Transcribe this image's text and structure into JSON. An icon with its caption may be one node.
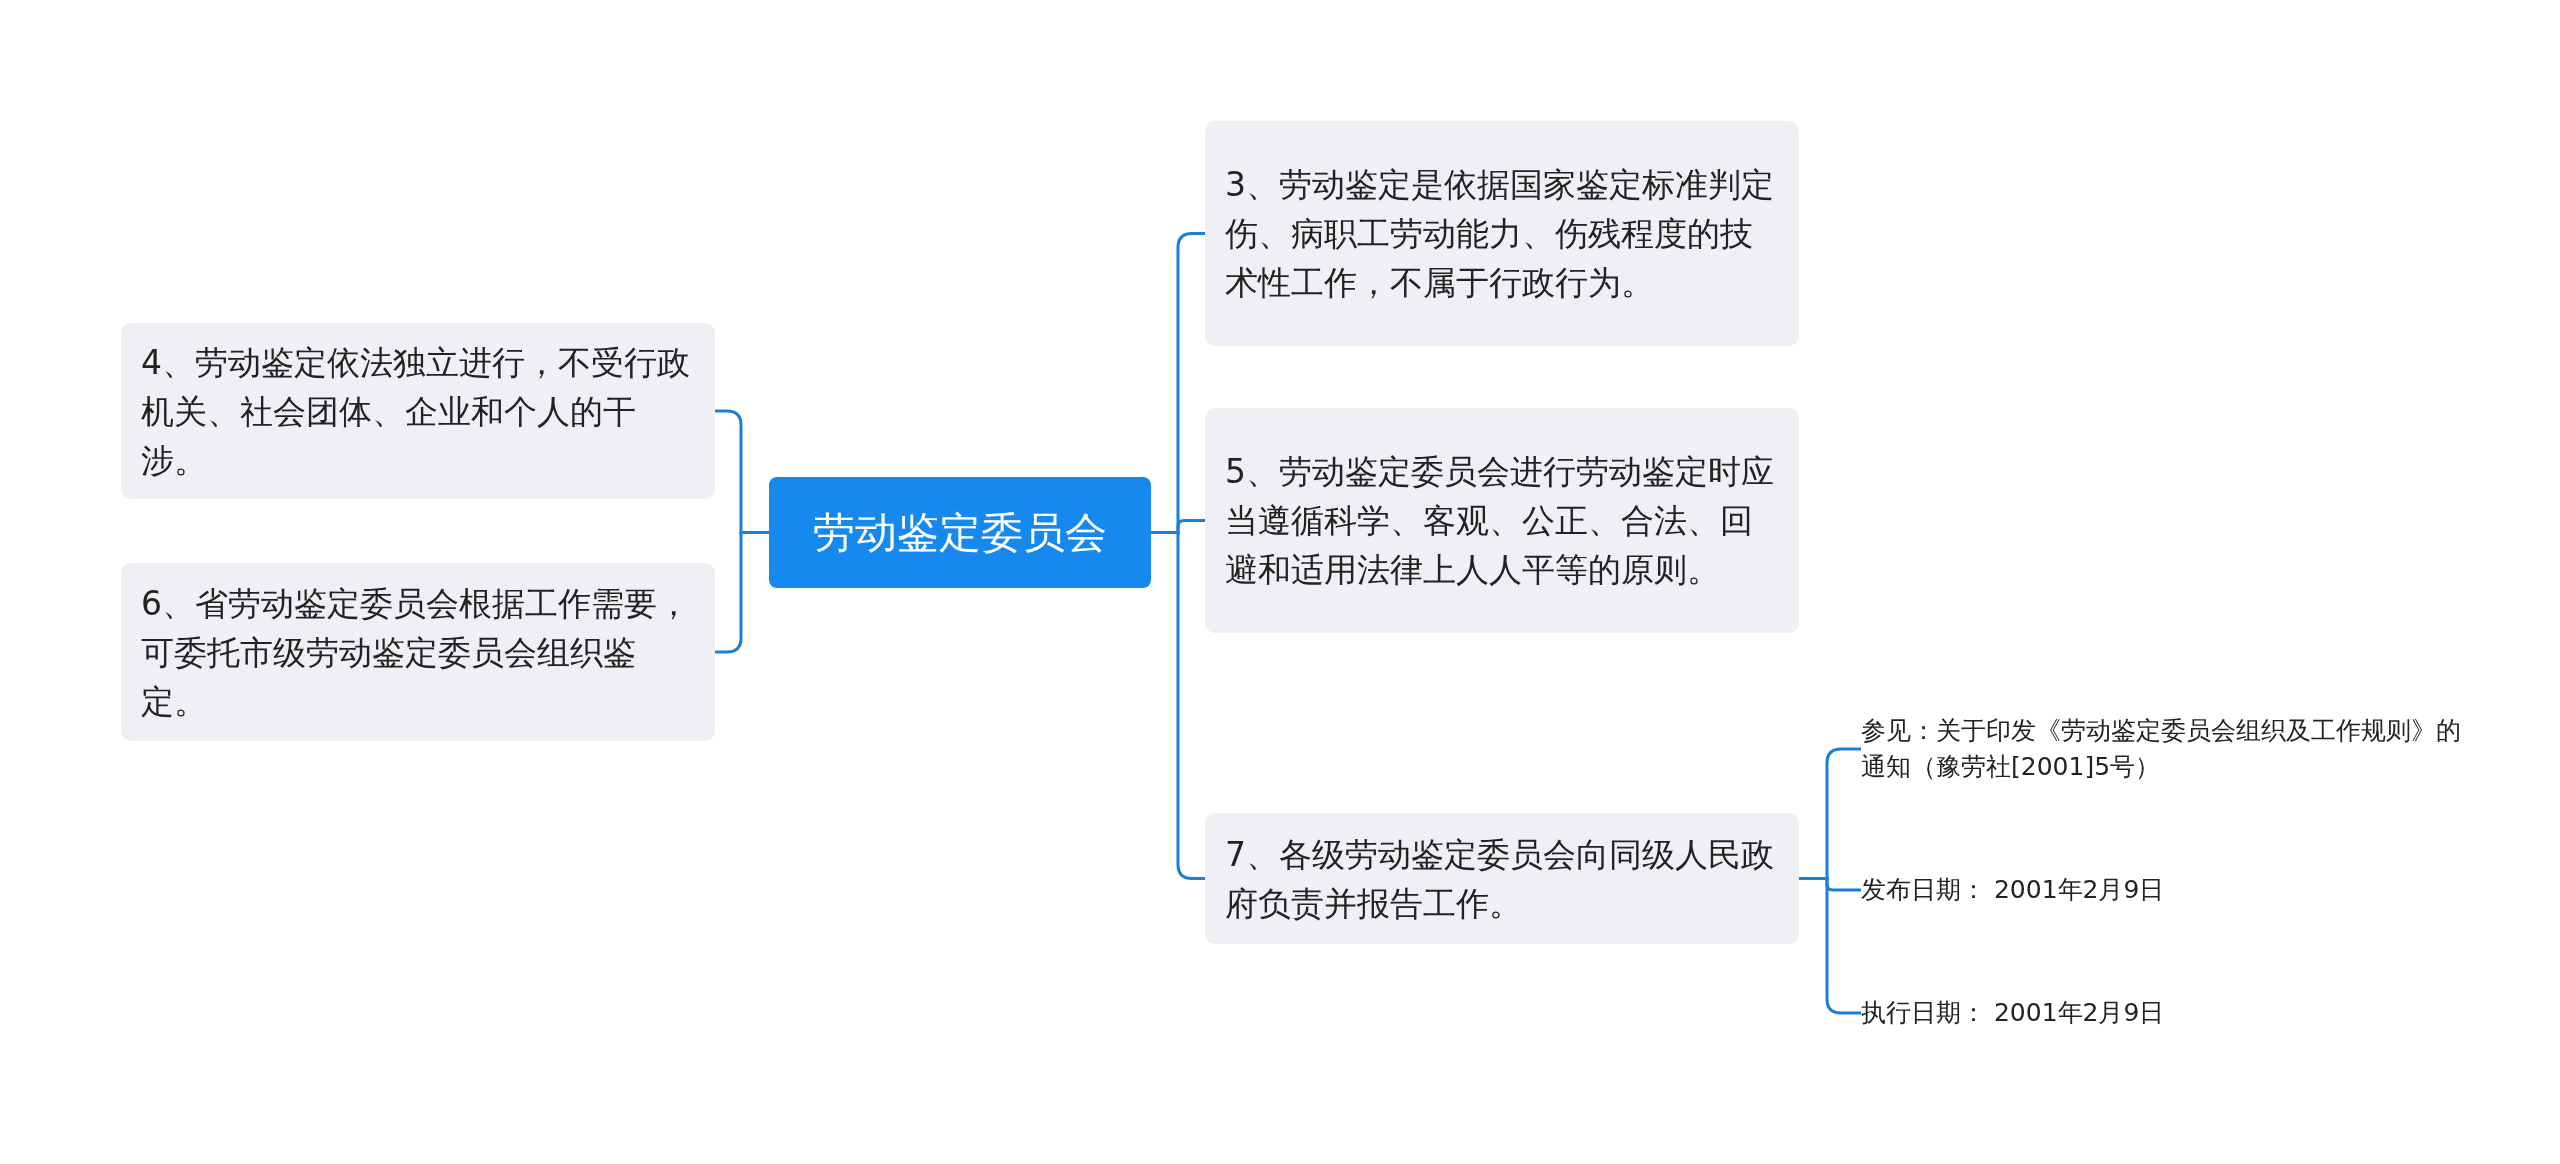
{
  "diagram": {
    "nodes": [
      {
        "text": [
          "劳动鉴定委员会"
        ]
      },
      {
        "text": [
          "3、劳动鉴定是依据国家鉴定标准判定伤、病职工劳动能力、伤残程度的技术性工作，不属于行政行为。"
        ]
      },
      {
        "text": [
          "5、劳动鉴定委员会进行劳动鉴定时应当遵循科学、客观、公正、合法、回避和适用法律上人人平等的原则。"
        ]
      },
      {
        "text": [
          "7、各级劳动鉴定委员会向同级人民政府负责并报告工作。"
        ]
      },
      {
        "text": [
          "参见：关于印发《劳动鉴定委员会组织及工作规则》的通知（豫劳社[2001]5号）"
        ]
      },
      {
        "text": [
          "发布日期：  2001年2月9日"
        ]
      },
      {
        "text": [
          "执行日期：  2001年2月9日"
        ]
      },
      {
        "text": [
          "4、劳动鉴定依法独立进行，不受行政机关、社会团体、企业和个人的干涉。"
        ]
      },
      {
        "text": [
          "6、省劳动鉴定委员会根据工作需要，可委托市级劳动鉴定委员会组织鉴定。"
        ]
      }
    ],
    "edges": [
      {
        "from": 0,
        "to": 1,
        "arrow": "none"
      },
      {
        "from": 0,
        "to": 2,
        "arrow": "none"
      },
      {
        "from": 0,
        "to": 3,
        "arrow": "none"
      },
      {
        "from": 3,
        "to": 4,
        "arrow": "none"
      },
      {
        "from": 3,
        "to": 5,
        "arrow": "none"
      },
      {
        "from": 3,
        "to": 6,
        "arrow": "none"
      },
      {
        "from": 0,
        "to": 7,
        "arrow": "none"
      },
      {
        "from": 0,
        "to": 8,
        "arrow": "none"
      }
    ]
  }
}
